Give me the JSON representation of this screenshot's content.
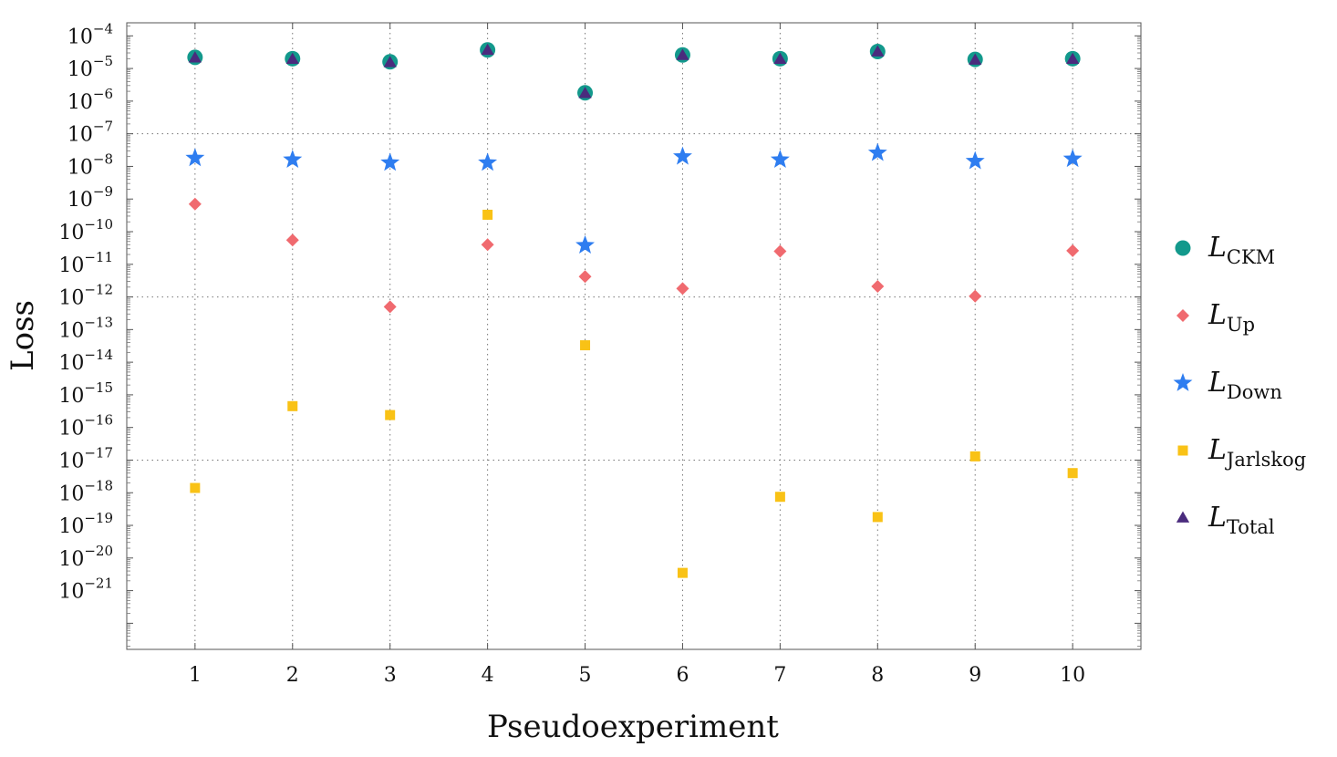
{
  "chart_data": {
    "type": "scatter",
    "xlabel": "Pseudoexperiment",
    "ylabel": "Loss",
    "x_ticks": [
      1,
      2,
      3,
      4,
      5,
      6,
      7,
      8,
      9,
      10
    ],
    "xlim": [
      0.3,
      10.7
    ],
    "y_scale": "log",
    "ylim_exponent": [
      -22.8,
      -3.6
    ],
    "y_tick_exponents": [
      -4,
      -5,
      -6,
      -7,
      -8,
      -9,
      -10,
      -11,
      -12,
      -13,
      -14,
      -15,
      -16,
      -17,
      -18,
      -19,
      -20,
      -21
    ],
    "y_tick_base": "10",
    "grid": "dotted lines at every x tick and at 1e-7, 1e-12, 1e-17",
    "h_grid_exponents": [
      -7,
      -12,
      -17
    ],
    "legend_position": "right",
    "x": [
      1,
      2,
      3,
      4,
      5,
      6,
      7,
      8,
      9,
      10
    ],
    "series": [
      {
        "name": "L",
        "sub": "CKM",
        "marker": "circle",
        "color": "#13998c",
        "values": [
          2.2e-05,
          2e-05,
          1.6e-05,
          3.7e-05,
          1.8e-06,
          2.6e-05,
          2e-05,
          3.3e-05,
          1.9e-05,
          2e-05
        ]
      },
      {
        "name": "L",
        "sub": "Up",
        "marker": "diamond",
        "color": "#f06a6f",
        "values": [
          7e-10,
          5.5e-11,
          null,
          4e-11,
          4.2e-12,
          1.8e-12,
          2.5e-11,
          2.1e-12,
          1.05e-12,
          2.6e-11
        ],
        "values_extra": [
          [
            3,
            5e-13
          ]
        ]
      },
      {
        "name": "L",
        "sub": "Down",
        "marker": "star",
        "color": "#2e7df0",
        "values": [
          1.8e-08,
          1.6e-08,
          1.3e-08,
          1.3e-08,
          3.8e-11,
          2e-08,
          1.6e-08,
          2.6e-08,
          1.45e-08,
          1.7e-08
        ]
      },
      {
        "name": "L",
        "sub": "Jarlskog",
        "marker": "square",
        "color": "#f9c216",
        "values": [
          1.4e-18,
          4.5e-16,
          2.4e-16,
          3.3e-10,
          3.3e-14,
          3.5e-21,
          7.5e-19,
          1.8e-19,
          1.3e-17,
          4e-18
        ]
      },
      {
        "name": "L",
        "sub": "Total",
        "marker": "triangle",
        "color": "#4a2b7d",
        "values": [
          2.1e-05,
          1.9e-05,
          1.5e-05,
          3.6e-05,
          1.7e-06,
          2.5e-05,
          1.9e-05,
          3.2e-05,
          1.8e-05,
          1.9e-05
        ]
      }
    ]
  }
}
